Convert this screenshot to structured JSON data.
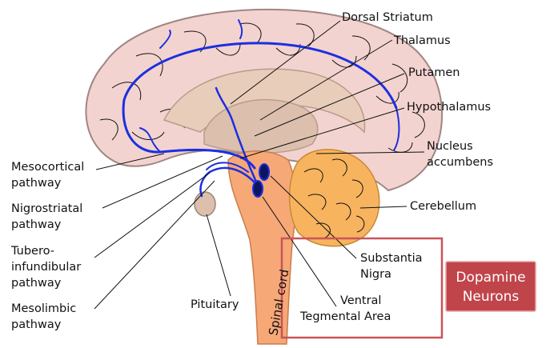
{
  "labels": {
    "dorsal_striatum": "Dorsal Striatum",
    "thalamus": "Thalamus",
    "putamen": "Putamen",
    "hypothalamus": "Hypothalamus",
    "nucleus_accumbens_1": "Nucleus",
    "nucleus_accumbens_2": "accumbens",
    "cerebellum": "Cerebellum",
    "substantia_nigra_1": "Substantia",
    "substantia_nigra_2": "Nigra",
    "vta_1": "Ventral",
    "vta_2": "Tegmental Area",
    "pituitary": "Pituitary",
    "spinal_cord": "Spinal cord",
    "mesocortical_1": "Mesocortical",
    "mesocortical_2": "pathway",
    "nigrostriatal_1": "Nigrostriatal",
    "nigrostriatal_2": "pathway",
    "tubero_1": "Tubero-",
    "tubero_2": "infundibular",
    "tubero_3": "pathway",
    "mesolimbic_1": "Mesolimbic",
    "mesolimbic_2": "pathway"
  },
  "badge": {
    "line1": "Dopamine",
    "line2": "Neurons"
  },
  "colors": {
    "cortex": "#f3d3d0",
    "cortex_outline": "#a08683",
    "inner_tan": "#e9cdbb",
    "brainstem": "#f6a877",
    "cerebellum": "#f7b35e",
    "pathway": "#1b2fe0",
    "highlight_box": "#c9545a",
    "badge_fill": "#c0454b"
  }
}
